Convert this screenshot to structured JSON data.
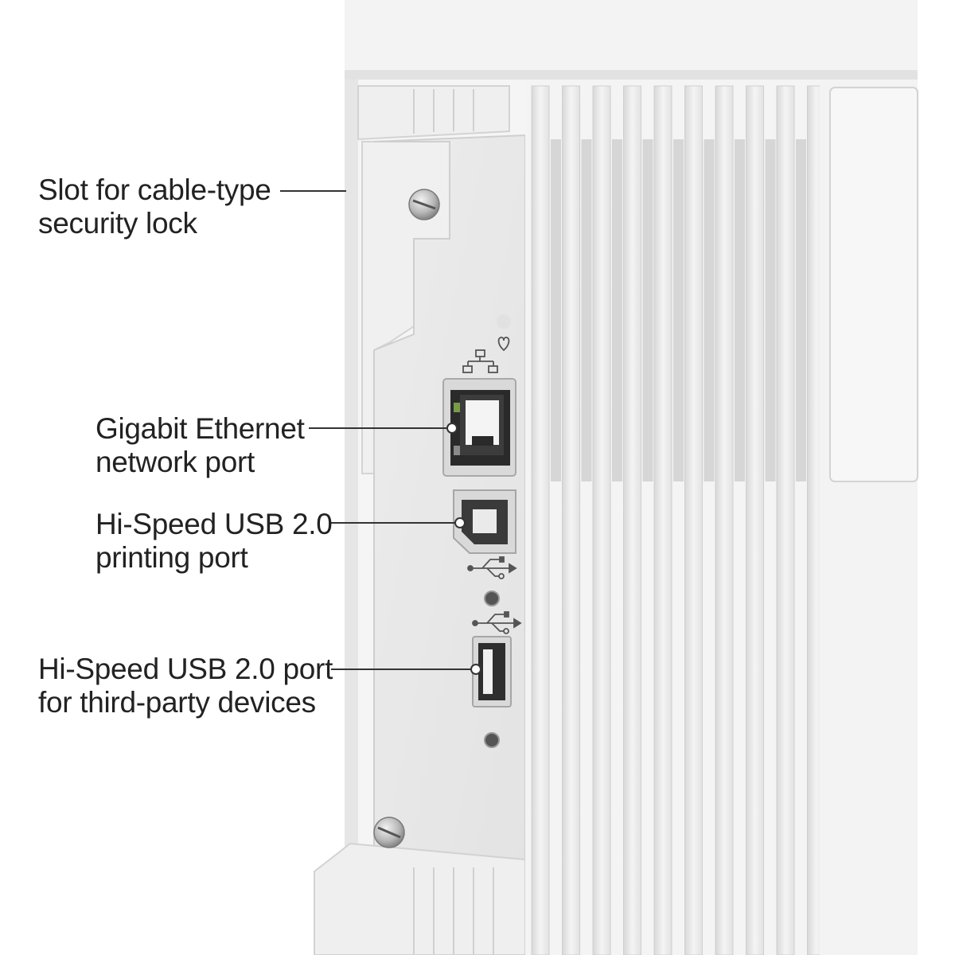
{
  "callouts": {
    "security_lock": {
      "line1": "Slot for cable-type",
      "line2": "security lock"
    },
    "ethernet": {
      "line1": "Gigabit Ethernet",
      "line2": "network port"
    },
    "usb_printing": {
      "line1": "Hi-Speed USB 2.0",
      "line2": "printing port"
    },
    "usb_host": {
      "line1": "Hi-Speed USB 2.0 port",
      "line2": "for third-party devices"
    }
  },
  "colors": {
    "background": "#ffffff",
    "printer_body": "#f1f1f1",
    "panel": "#e9e9e9",
    "shadow": "#c9c9c9",
    "port_dark": "#2a2a2a",
    "text": "#222222",
    "ethernet_led": "#7a9a4a"
  },
  "icons": [
    "network-icon",
    "heart-status-icon",
    "usb-icon",
    "usb-icon"
  ]
}
